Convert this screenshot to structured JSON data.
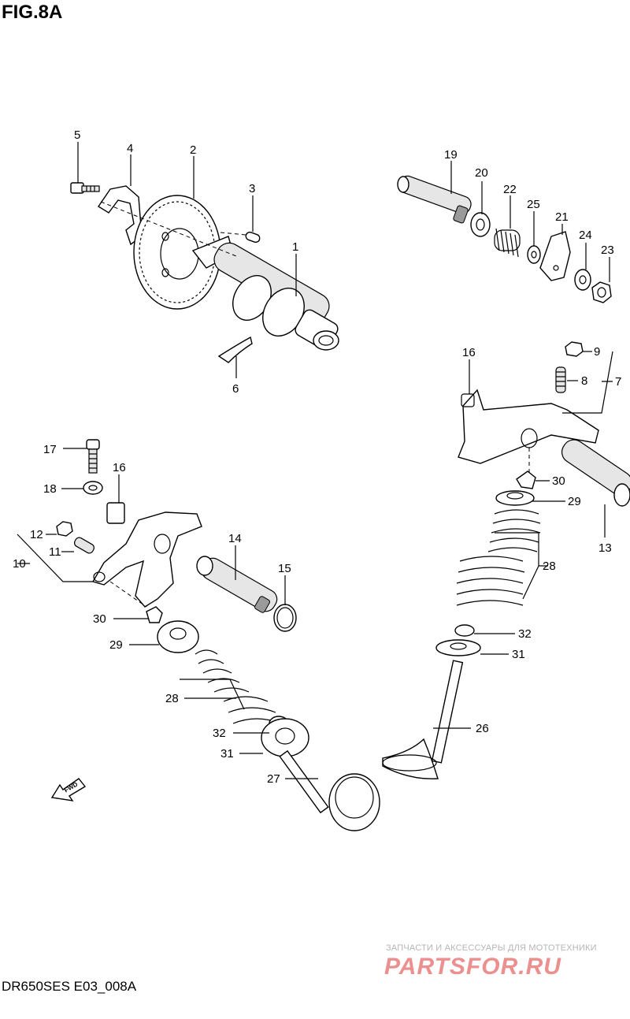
{
  "figure_title": "FIG.8A",
  "footer_code": "DR650SES E03_008A",
  "watermark": {
    "tagline": "ЗАПЧАСТИ И АКСЕССУАРЫ ДЛЯ МОТОТЕХНИКИ",
    "logo": "PARTSFOR.RU"
  },
  "fwd_label": "FWD",
  "callouts": [
    {
      "id": "c5",
      "text": "5"
    },
    {
      "id": "c4",
      "text": "4"
    },
    {
      "id": "c2",
      "text": "2"
    },
    {
      "id": "c3",
      "text": "3"
    },
    {
      "id": "c1",
      "text": "1"
    },
    {
      "id": "c6",
      "text": "6"
    },
    {
      "id": "c19",
      "text": "19"
    },
    {
      "id": "c20",
      "text": "20"
    },
    {
      "id": "c22",
      "text": "22"
    },
    {
      "id": "c25",
      "text": "25"
    },
    {
      "id": "c21",
      "text": "21"
    },
    {
      "id": "c24",
      "text": "24"
    },
    {
      "id": "c23",
      "text": "23"
    },
    {
      "id": "c16a",
      "text": "16"
    },
    {
      "id": "c9",
      "text": "9"
    },
    {
      "id": "c8",
      "text": "8"
    },
    {
      "id": "c7",
      "text": "7"
    },
    {
      "id": "c30a",
      "text": "30"
    },
    {
      "id": "c29a",
      "text": "29"
    },
    {
      "id": "c13",
      "text": "13"
    },
    {
      "id": "c28a",
      "text": "28"
    },
    {
      "id": "c32a",
      "text": "32"
    },
    {
      "id": "c31a",
      "text": "31"
    },
    {
      "id": "c26",
      "text": "26"
    },
    {
      "id": "c17",
      "text": "17"
    },
    {
      "id": "c18",
      "text": "18"
    },
    {
      "id": "c16b",
      "text": "16"
    },
    {
      "id": "c12",
      "text": "12"
    },
    {
      "id": "c11",
      "text": "11"
    },
    {
      "id": "c10",
      "text": "10"
    },
    {
      "id": "c14",
      "text": "14"
    },
    {
      "id": "c15",
      "text": "15"
    },
    {
      "id": "c30b",
      "text": "30"
    },
    {
      "id": "c29b",
      "text": "29"
    },
    {
      "id": "c28b",
      "text": "28"
    },
    {
      "id": "c32b",
      "text": "32"
    },
    {
      "id": "c31b",
      "text": "31"
    },
    {
      "id": "c27",
      "text": "27"
    }
  ]
}
